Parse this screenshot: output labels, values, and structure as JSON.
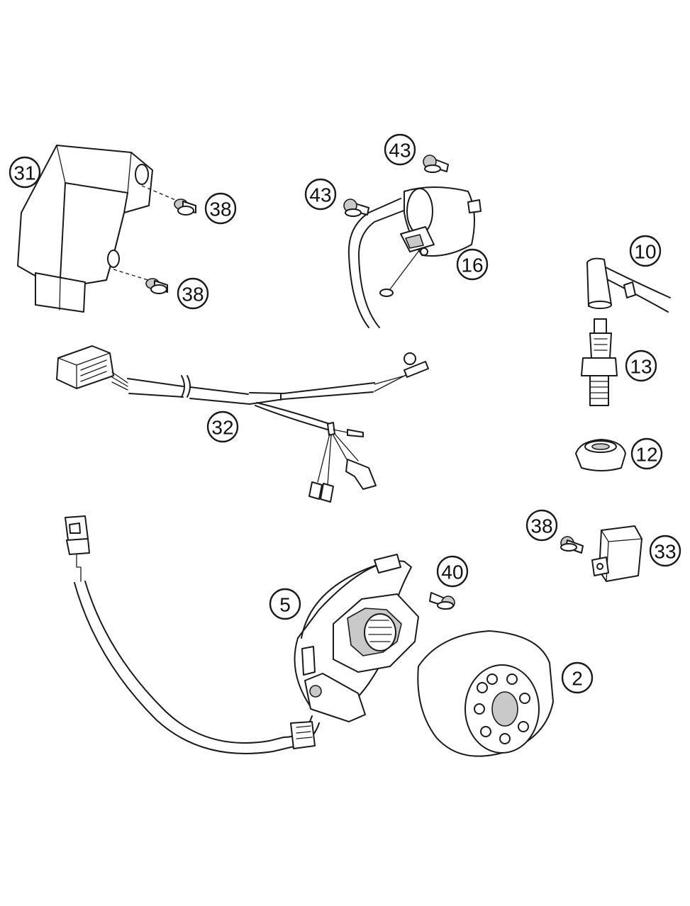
{
  "callouts": {
    "c31": "31",
    "c38a": "38",
    "c38b": "38",
    "c43a": "43",
    "c43b": "43",
    "c16": "16",
    "c10": "10",
    "c13": "13",
    "c12": "12",
    "c32": "32",
    "c38c": "38",
    "c33": "33",
    "c40": "40",
    "c5": "5",
    "c2": "2"
  }
}
